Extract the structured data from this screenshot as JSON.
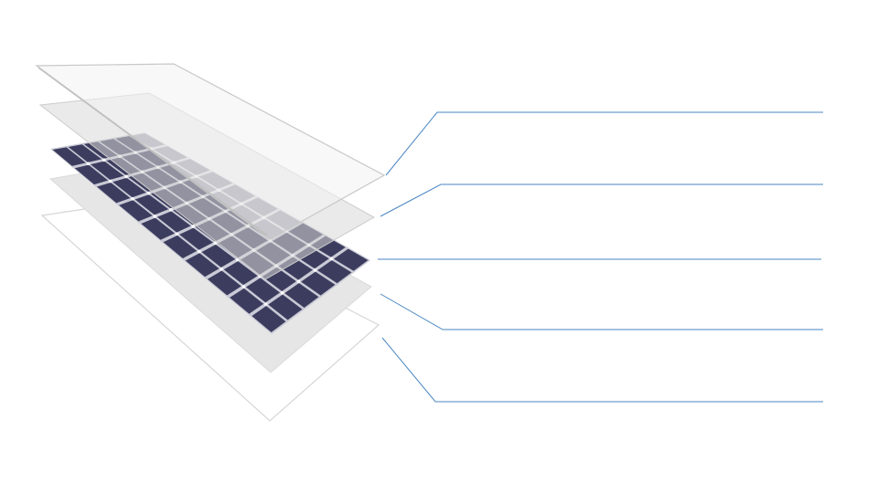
{
  "diagram": {
    "kind": "exploded-solar-panel-layers",
    "layer_count": 5,
    "callout_count": 5,
    "callout_labels": [
      "",
      "",
      "",
      "",
      ""
    ],
    "colors": {
      "background": "#ffffff",
      "leader_line": "#4a86c2",
      "glass_fill": "#f0f0f0",
      "glass_edge": "#cfcfcf",
      "encapsulant_fill": "#dedede",
      "cell_fill": "#3c3d5e",
      "cell_gap": "#c9cad6",
      "backsheet_fill": "#ffffff",
      "backsheet_edge": "#d6d6d6"
    },
    "cell_grid": {
      "rows": 6,
      "columns": 10
    }
  }
}
